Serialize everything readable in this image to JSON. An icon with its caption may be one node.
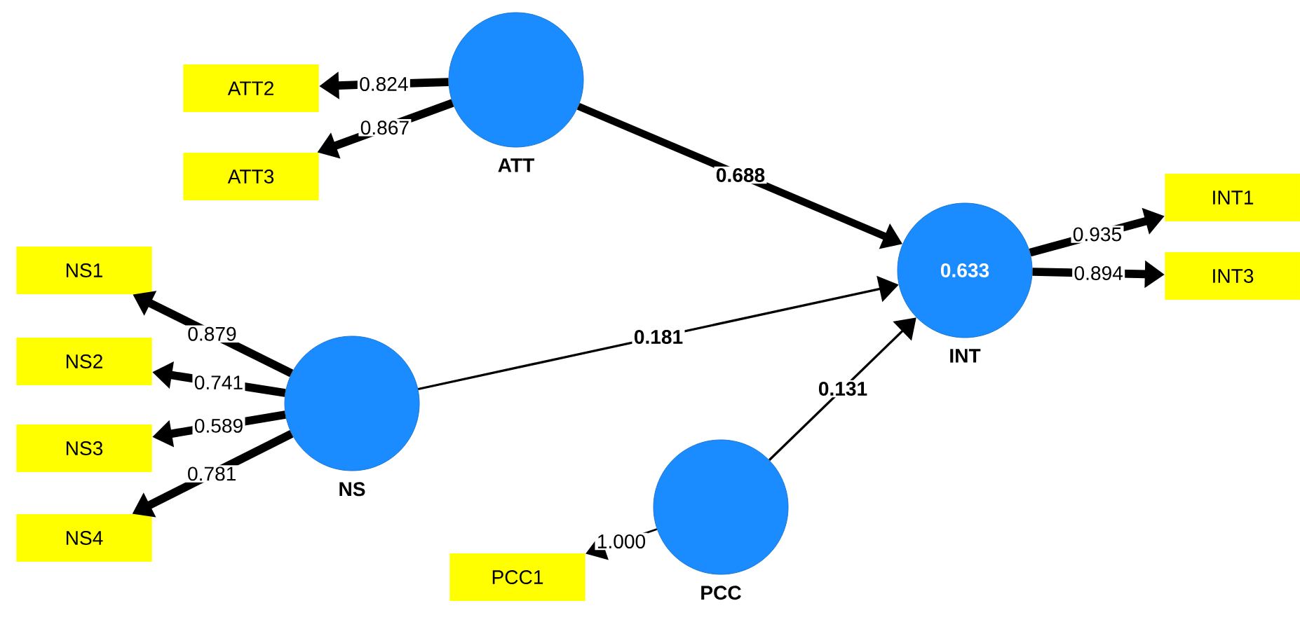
{
  "diagram": {
    "nodes": [
      {
        "text": [
          "ATT"
        ]
      },
      {
        "text": [
          "0.633",
          "INT"
        ]
      },
      {
        "text": [
          "NS"
        ]
      },
      {
        "text": [
          "PCC"
        ]
      },
      {
        "text": [
          "ATT2"
        ]
      },
      {
        "text": [
          "ATT3"
        ]
      },
      {
        "text": [
          "NS1"
        ]
      },
      {
        "text": [
          "NS2"
        ]
      },
      {
        "text": [
          "NS3"
        ]
      },
      {
        "text": [
          "NS4"
        ]
      },
      {
        "text": [
          "INT1"
        ]
      },
      {
        "text": [
          "INT3"
        ]
      },
      {
        "text": [
          "PCC1"
        ]
      }
    ],
    "edges": [
      {
        "from": 0,
        "to": 4,
        "arrow": "to",
        "label": "0.824"
      },
      {
        "from": 0,
        "to": 5,
        "arrow": "to",
        "label": "0.867"
      },
      {
        "from": 0,
        "to": 1,
        "arrow": "to",
        "label": "0.688"
      },
      {
        "from": 2,
        "to": 1,
        "arrow": "to",
        "label": "0.181"
      },
      {
        "from": 3,
        "to": 1,
        "arrow": "to",
        "label": "0.131"
      },
      {
        "from": 2,
        "to": 6,
        "arrow": "to",
        "label": "0.879"
      },
      {
        "from": 2,
        "to": 7,
        "arrow": "to",
        "label": "0.741"
      },
      {
        "from": 2,
        "to": 8,
        "arrow": "to",
        "label": "0.589"
      },
      {
        "from": 2,
        "to": 9,
        "arrow": "to",
        "label": "0.781"
      },
      {
        "from": 1,
        "to": 10,
        "arrow": "to",
        "label": "0.935"
      },
      {
        "from": 1,
        "to": 11,
        "arrow": "to",
        "label": "0.894"
      },
      {
        "from": 3,
        "to": 12,
        "arrow": "to",
        "label": "1.000"
      }
    ]
  }
}
